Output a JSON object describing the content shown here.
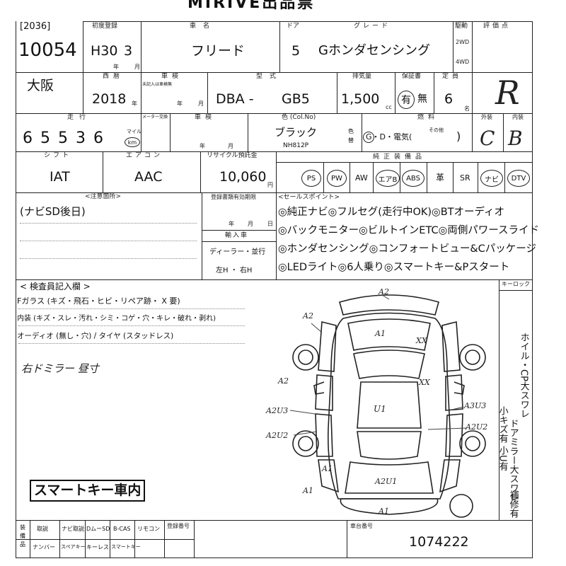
{
  "header": {
    "title": "MIRIVE出品票"
  },
  "lot": {
    "small": "[2036]",
    "number": "10054",
    "location": "大阪"
  },
  "labels": {
    "first_reg": "初度登録",
    "name": "車名",
    "door": "ドア",
    "grade": "グレード",
    "drive": "駆動",
    "score": "評価点",
    "nen": "年",
    "tsuki": "月",
    "seireki": "西暦",
    "shaken": "車検",
    "shaken_sub": "未記入は車検無",
    "model": "型式",
    "displacement": "排気量",
    "warranty": "保証書",
    "capacity": "定員",
    "mileage": "走行",
    "odometer_swap": "メーター交換",
    "color": "色 (Col.No)",
    "fuel": "燃料",
    "exterior": "外装",
    "interior": "内装",
    "shift": "シフト",
    "aircon": "エアコン",
    "recycle": "リサイクル預託金",
    "options": "純正装備品",
    "notes": "<注意箇所>",
    "regdoc": "登録書類有効期限",
    "import": "輸入車",
    "sales_points": "<セールスポイント>",
    "inspector": "< 検査員記入欄 >",
    "keylock": "キーロック",
    "serial": "車台番号",
    "reg_no": "登録番号"
  },
  "car": {
    "year_era": "H30",
    "month": "3",
    "name": "フリード",
    "doors": "5",
    "grade": "Gホンダセンシング",
    "drive_2wd": "2WD",
    "drive_4wd": "4WD",
    "score": "R",
    "year_western": "2018",
    "model_prefix": "DBA -",
    "model_code": "GB5",
    "displacement": "1,500",
    "cc": "cc",
    "warranty_yes": "有",
    "warranty_no": "無",
    "capacity": "6",
    "capacity_unit": "名",
    "mileage": "6 5 5 3 6",
    "mile": "マイル",
    "km": "km",
    "color_name": "ブラック",
    "color_no": "NH812P",
    "color_change": "色替",
    "fuel": "G・D・電気(",
    "fuel_other": "その他",
    "fuel_close": ")",
    "exterior": "C",
    "interior": "B",
    "shift": "IAT",
    "aircon": "AAC",
    "recycle": "10,060",
    "yen": "円"
  },
  "options": [
    "PS",
    "PW",
    "AW",
    "エアB",
    "ABS",
    "革",
    "SR",
    "ナビ",
    "DTV"
  ],
  "notes": {
    "text": "(ナビSD後日)"
  },
  "import": {
    "label": "輸入車",
    "dealer": "ディーラー・並行",
    "steering": "左H ・ 右H"
  },
  "sales_points": [
    "◎純正ナビ◎フルセグ(走行中OK)◎BTオーディオ",
    "◎バックモニター◎ビルトインETC◎両側パワースライド",
    "◎ホンダセンシング◎コンフォートビュー&Cパッケージ",
    "◎LEDライト◎6人乗り◎スマートキー&Pスタート"
  ],
  "inspector": {
    "line1": "Fガラス (キズ・飛石・ヒビ・リペア跡・ X 要)",
    "line2": "内装 (キズ・スレ・汚れ・シミ・コゲ・穴・キレ・破れ・剥れ)",
    "line3": "オーディオ (無し・穴) / タイヤ (スタッドレス)",
    "hand_note": "右ドミラー 昼寸",
    "stamp": "スマートキー車内"
  },
  "diagram": {
    "marks": [
      "A2",
      "A2",
      "A1",
      "XX",
      "A2",
      "XX",
      "A2U3",
      "U1",
      "A3U3",
      "A2U2",
      "A2U2",
      "A1",
      "A2U1",
      "A1",
      "A1"
    ]
  },
  "side_note": {
    "col1": "ホイル・CP大スワレ",
    "col2": "ドアミラー大スワレ",
    "col3": "小キズ有 小U有",
    "col4": "補修有"
  },
  "footer": {
    "row_label": "装備品",
    "items_top": [
      "取説",
      "ナビ取説",
      "DムーSD",
      "B-CAS",
      "リモコン"
    ],
    "items_bottom": [
      "ナンバー",
      "スペアキー",
      "キーレス",
      "スマートキー"
    ],
    "serial": "1074222"
  }
}
